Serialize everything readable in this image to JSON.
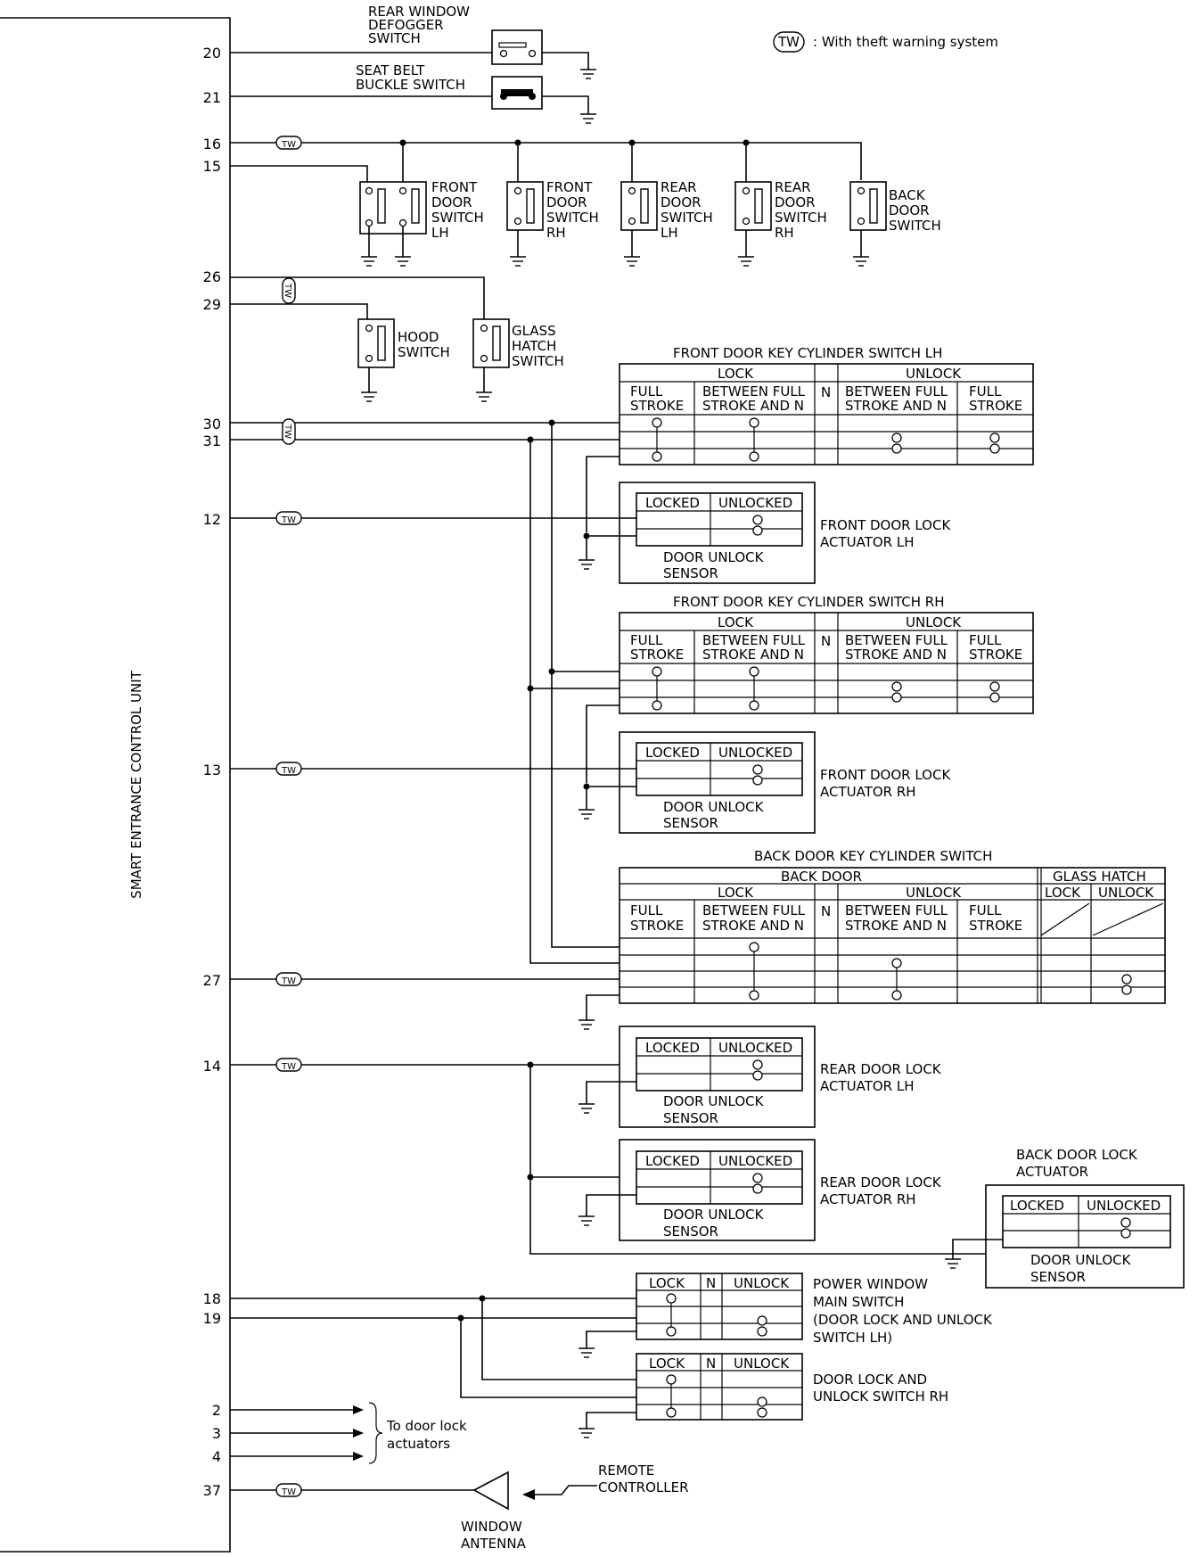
{
  "unit_label": "SMART ENTRANCE CONTROL UNIT",
  "legend": {
    "symbol": "TW",
    "text": ": With theft warning system"
  },
  "pins": {
    "p20": "20",
    "p21": "21",
    "p16": "16",
    "p15": "15",
    "p26": "26",
    "p29": "29",
    "p30": "30",
    "p31": "31",
    "p12": "12",
    "p13": "13",
    "p27": "27",
    "p14": "14",
    "p18": "18",
    "p19": "19",
    "p2": "2",
    "p3": "3",
    "p4": "4",
    "p37": "37"
  },
  "switches": {
    "rear_defogger": [
      "REAR WINDOW",
      "DEFOGGER",
      "SWITCH"
    ],
    "seat_belt": [
      "SEAT BELT",
      "BUCKLE SWITCH"
    ],
    "front_lh": [
      "FRONT",
      "DOOR",
      "SWITCH",
      "LH"
    ],
    "front_rh": [
      "FRONT",
      "DOOR",
      "SWITCH",
      "RH"
    ],
    "rear_lh": [
      "REAR",
      "DOOR",
      "SWITCH",
      "LH"
    ],
    "rear_rh": [
      "REAR",
      "DOOR",
      "SWITCH",
      "RH"
    ],
    "back_door": [
      "BACK",
      "DOOR",
      "SWITCH"
    ],
    "hood": [
      "HOOD",
      "SWITCH"
    ],
    "glass_hatch": [
      "GLASS",
      "HATCH",
      "SWITCH"
    ]
  },
  "key_cyl": {
    "lh_title": "FRONT DOOR KEY CYLINDER SWITCH LH",
    "rh_title": "FRONT DOOR KEY CYLINDER SWITCH RH",
    "back_title": "BACK DOOR KEY CYLINDER SWITCH",
    "lock": "LOCK",
    "unlock": "UNLOCK",
    "n": "N",
    "full": "FULL",
    "stroke": "STROKE",
    "between_full": "BETWEEN FULL",
    "stroke_and_n": "STROKE AND N",
    "back_door": "BACK DOOR",
    "glass_hatch": "GLASS HATCH"
  },
  "actuators": {
    "locked": "LOCKED",
    "unlocked": "UNLOCKED",
    "door_unlock": "DOOR UNLOCK",
    "sensor": "SENSOR",
    "front_lh": [
      "FRONT DOOR LOCK",
      "ACTUATOR LH"
    ],
    "front_rh": [
      "FRONT DOOR LOCK",
      "ACTUATOR RH"
    ],
    "rear_lh": [
      "REAR DOOR LOCK",
      "ACTUATOR LH"
    ],
    "rear_rh": [
      "REAR DOOR LOCK",
      "ACTUATOR RH"
    ],
    "back": [
      "BACK DOOR LOCK",
      "ACTUATOR"
    ]
  },
  "pw_switch": {
    "lock": "LOCK",
    "n": "N",
    "unlock": "UNLOCK",
    "main": [
      "POWER WINDOW",
      "MAIN SWITCH",
      "(DOOR LOCK AND UNLOCK",
      "SWITCH LH)"
    ],
    "rh": [
      "DOOR LOCK AND",
      "UNLOCK SWITCH RH"
    ]
  },
  "to_actuators": [
    "To door lock",
    "actuators"
  ],
  "remote": [
    "REMOTE",
    "CONTROLLER"
  ],
  "antenna": [
    "WINDOW",
    "ANTENNA"
  ]
}
